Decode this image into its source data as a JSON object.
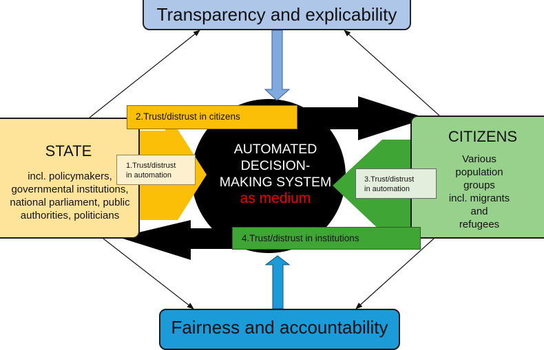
{
  "diagram": {
    "top_box": {
      "label": "Transparency and explicability",
      "color": "#aec7e8"
    },
    "bottom_box": {
      "label": "Fairness and accountability",
      "color": "#1b9bd8"
    },
    "state": {
      "title": "STATE",
      "description_lines": [
        "incl. policymakers,",
        "governmental institutions,",
        "national parliament, public",
        "authorities, politicians"
      ],
      "color": "#fde49a"
    },
    "citizens": {
      "title": "CITIZENS",
      "description_lines": [
        "Various",
        "population",
        "groups",
        "incl. migrants",
        "and",
        "refugees"
      ],
      "color": "#97d18b"
    },
    "center": {
      "lines": [
        "AUTOMATED",
        "DECISION-",
        "MAKING SYSTEM"
      ],
      "highlight": "as medium",
      "highlight_color": "#f20000"
    },
    "relations": [
      {
        "id": "1",
        "label_lines": [
          "1.Trust/distrust",
          "in automation"
        ],
        "color": "#fbbf07"
      },
      {
        "id": "2",
        "label": "2.Trust/distrust in citizens",
        "color": "#fbbf07"
      },
      {
        "id": "3",
        "label_lines": [
          "3.Trust/distrust",
          "in automation"
        ],
        "color": "#3fa535"
      },
      {
        "id": "4",
        "label": "4.Trust/distrust in institutions",
        "color": "#3fa535"
      }
    ]
  }
}
